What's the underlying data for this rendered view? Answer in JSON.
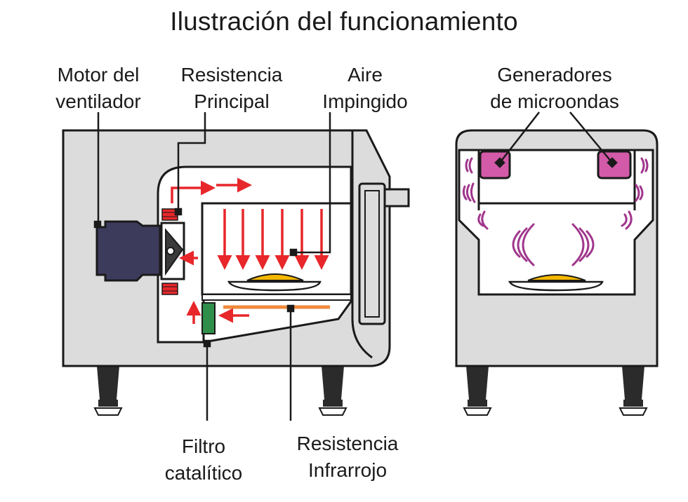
{
  "title": "Ilustración del funcionamiento",
  "labels": {
    "fan_motor": [
      "Motor del",
      "ventilador"
    ],
    "main_heater": [
      "Resistencia",
      "Principal"
    ],
    "impinged_air": [
      "Aire",
      "Impingido"
    ],
    "microwave_generators": [
      "Generadores",
      "de microondas"
    ],
    "catalytic_filter": [
      "Filtro",
      "catalítico"
    ],
    "infrared_heater": [
      "Resistencia",
      "Infrarrojo"
    ]
  },
  "colors": {
    "body": "#dcdcdc",
    "outline": "#1a1a1a",
    "airflow": "#e8272a",
    "motor": "#3d3b5c",
    "magnetron": "#d35aa8",
    "waves": "#a0368c",
    "filter": "#2f8f4a",
    "infrared": "#f08a3c",
    "food": "#f5b800",
    "leg": "#2b2b2b"
  }
}
